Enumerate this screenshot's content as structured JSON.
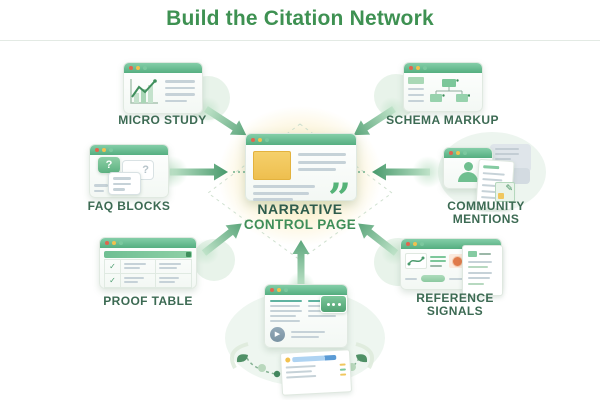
{
  "title": "Build the Citation Network",
  "center_node": {
    "line1": "NARRATIVE",
    "line2": "CONTROL PAGE"
  },
  "nodes": [
    {
      "id": "micro-study",
      "label": "MICRO STUDY"
    },
    {
      "id": "schema-markup",
      "label": "SCHEMA MARKUP"
    },
    {
      "id": "faq-blocks",
      "label": "FAQ BLOCKS"
    },
    {
      "id": "community-mentions",
      "label": "COMMUNITY MENTIONS"
    },
    {
      "id": "proof-table",
      "label": "PROOF TABLE"
    },
    {
      "id": "reference-signals",
      "label": "REFERENCE SIGNALS"
    },
    {
      "id": "video-asset",
      "label": ""
    }
  ],
  "icons": {
    "faq_question_primary": "?",
    "faq_question_secondary": "?",
    "proof_check": "✓",
    "quote_glyph": "”",
    "play_glyph": "▶",
    "badge_pencil": "✎"
  },
  "colors": {
    "title_green": "#3E9152",
    "label_green": "#3C6A53",
    "center_label_dark": "#2E5C4C",
    "center_label_green": "#3F8E58",
    "window_header_light": "#84CEA8",
    "window_header_dark": "#55AE80",
    "arrow_light": "#BFE3C9",
    "arrow_dark": "#47996B",
    "accent_yellow": "#F0C75E",
    "chart_green": "#3F8F5C",
    "soft_green_fill": "#A9D6B6",
    "gray_line": "#C6D2D8",
    "teal_line": "#5FB3A1",
    "orange_icon": "#E07A4A",
    "blue_light": "#AED3F2",
    "blue_dark": "#5B9BD5",
    "dot_red": "#E0654E",
    "dot_yellow": "#F2C14E",
    "dot_green": "#7BC89E",
    "glow_cream": "#FBF2CE",
    "blob_green": "#E8F3EA"
  }
}
